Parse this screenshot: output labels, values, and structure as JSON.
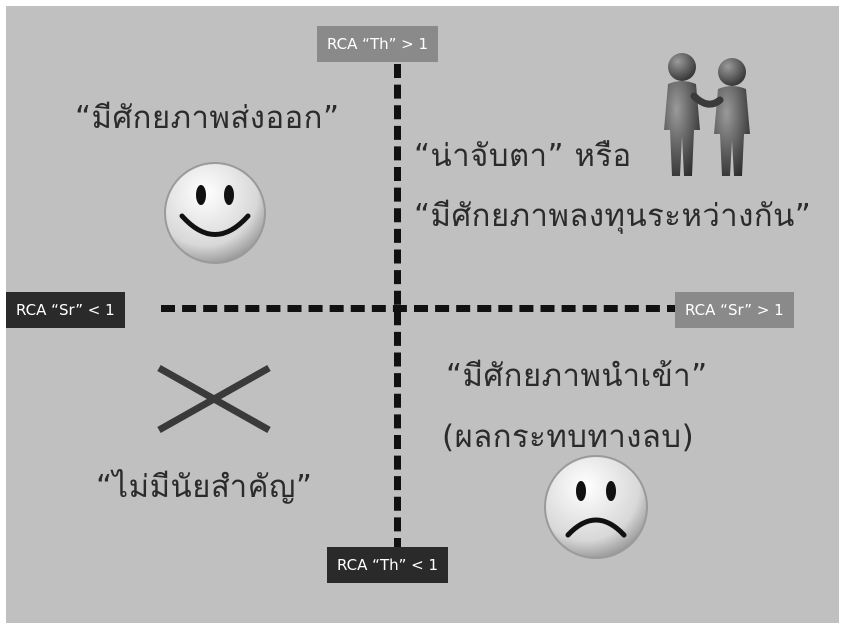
{
  "axis_labels": {
    "th_high": "RCA “Th” > 1",
    "th_low": "RCA “Th” < 1",
    "sr_low": "RCA “Sr” < 1",
    "sr_high": "RCA “Sr” > 1"
  },
  "quadrants": {
    "top_left": "“มีศักยภาพส่งออก”",
    "top_right_line1": "“น่าจับตา” หรือ",
    "top_right_line2": "“มีศักยภาพลงทุนระหว่างกัน”",
    "bottom_right_line1": "“มีศักยภาพนำเข้า”",
    "bottom_right_line2": "(ผลกระทบทางลบ)",
    "bottom_left": "“ไม่มีนัยสำคัญ”"
  },
  "icons": {
    "top_left": "smiley-face-icon",
    "top_right": "handshake-figures-icon",
    "bottom_left": "cross-mark-icon",
    "bottom_right": "sad-face-icon"
  },
  "colors": {
    "background": "#c0c0c0",
    "text": "#2b2b2b",
    "axis": "#111111",
    "tag_light": "#8a8a8a",
    "tag_dark": "#2a2a2a"
  }
}
